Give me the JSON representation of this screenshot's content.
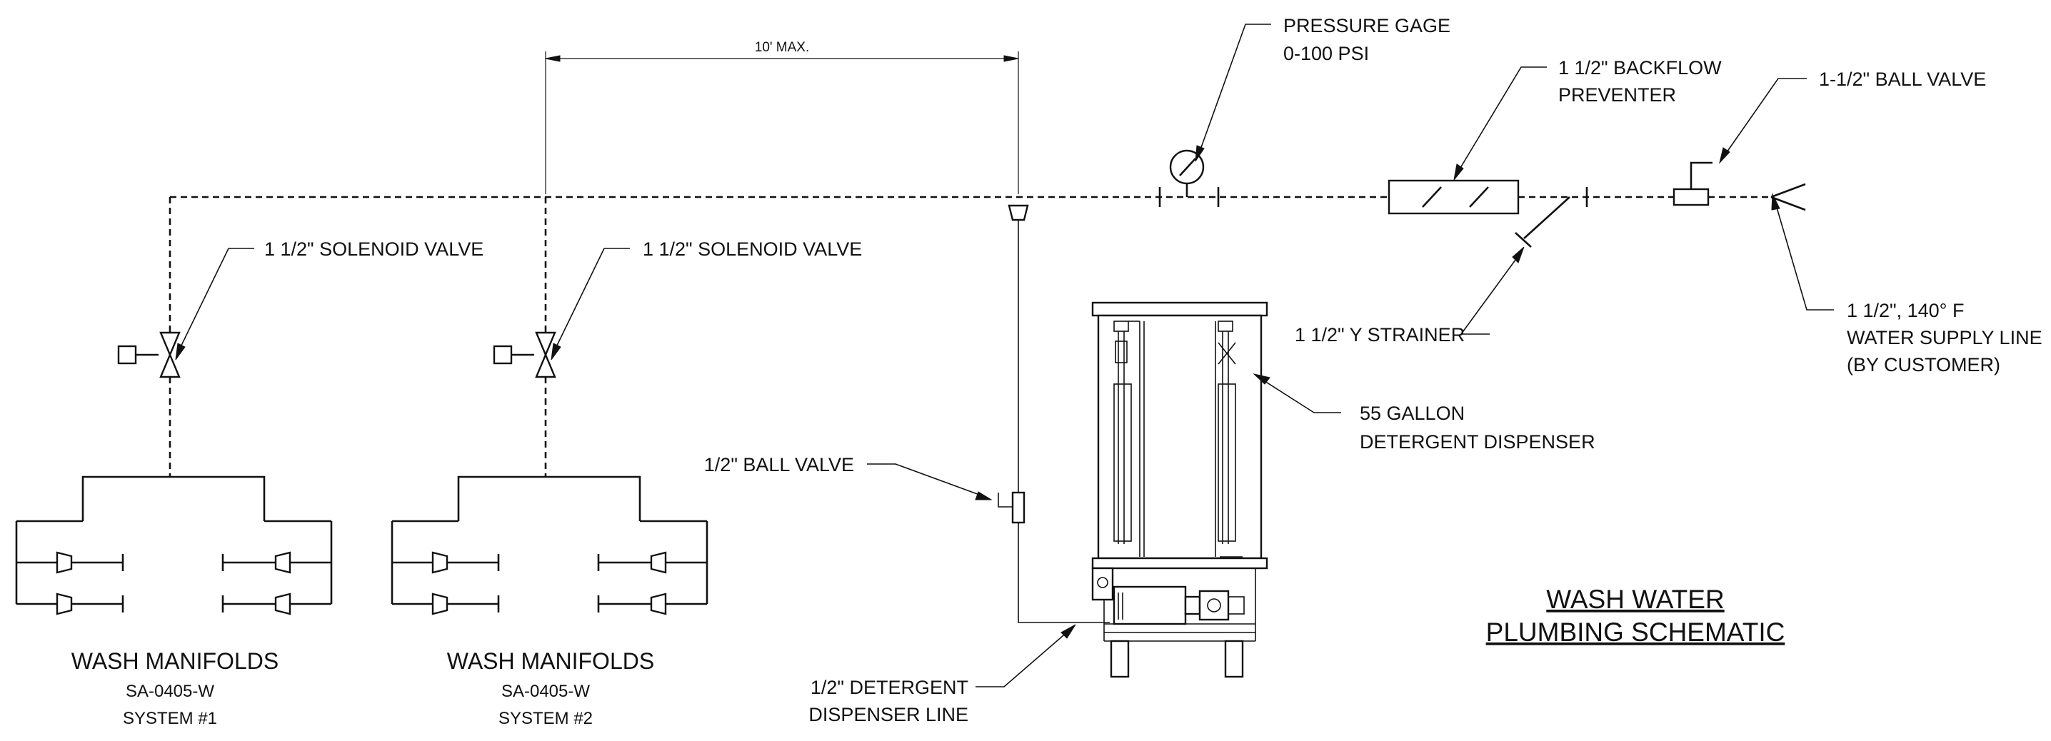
{
  "drawing": {
    "title_line1": "WASH WATER",
    "title_line2": "PLUMBING SCHEMATIC",
    "dimension": "10' MAX."
  },
  "components": {
    "pressure_gage": {
      "line1": "PRESSURE GAGE",
      "line2": "0-100 PSI"
    },
    "backflow": {
      "line1": "1 1/2\" BACKFLOW",
      "line2": "PREVENTER"
    },
    "ball_valve_supply": {
      "label": "1-1/2\" BALL VALVE"
    },
    "solenoid_1": {
      "label": "1 1/2\" SOLENOID VALVE"
    },
    "solenoid_2": {
      "label": "1 1/2\" SOLENOID VALVE"
    },
    "y_strainer": {
      "label": "1 1/2\" Y STRAINER"
    },
    "supply_line": {
      "line1": "1 1/2\", 140° F",
      "line2": "WATER SUPPLY LINE",
      "line3": "(BY CUSTOMER)"
    },
    "dispenser": {
      "line1": "55 GALLON",
      "line2": "DETERGENT DISPENSER"
    },
    "ball_valve_half": {
      "label": "1/2\" BALL VALVE"
    },
    "detergent_line": {
      "line1": "1/2\" DETERGENT",
      "line2": "DISPENSER LINE"
    }
  },
  "manifolds": [
    {
      "title": "WASH MANIFOLDS",
      "part": "SA-0405-W",
      "system": "SYSTEM #1"
    },
    {
      "title": "WASH MANIFOLDS",
      "part": "SA-0405-W",
      "system": "SYSTEM #2"
    }
  ]
}
